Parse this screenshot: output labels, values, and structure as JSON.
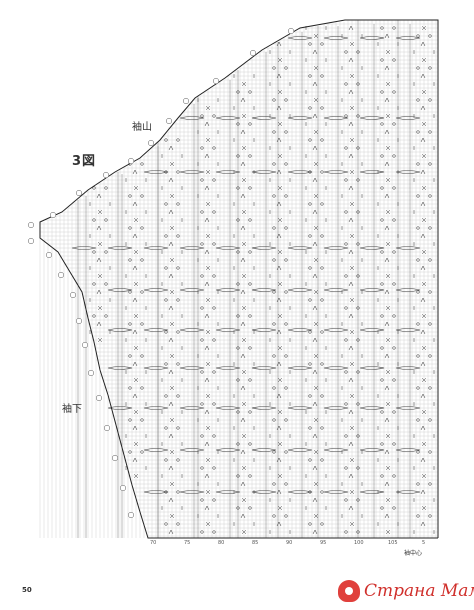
{
  "figure": {
    "title": "3図",
    "label_top": "袖山",
    "label_side": "袖下",
    "center_label": "袖中心",
    "page_number": "50"
  },
  "x_ticks": [
    "70",
    "75",
    "80",
    "85",
    "90",
    "95",
    "100",
    "105",
    "5"
  ],
  "watermark": {
    "text": "Страна Мам",
    "color": "#d0302c"
  },
  "colors": {
    "grid": "#c9c9c9",
    "ink": "#333333",
    "edge": "#222222"
  }
}
